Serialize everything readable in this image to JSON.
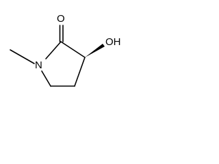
{
  "molecule": {
    "atoms": {
      "carbonyl_oxygen": "O",
      "ring_nitrogen": "N",
      "hydroxyl_group": "OH"
    },
    "colors": {
      "line": "#000000",
      "background": "#ffffff"
    }
  }
}
